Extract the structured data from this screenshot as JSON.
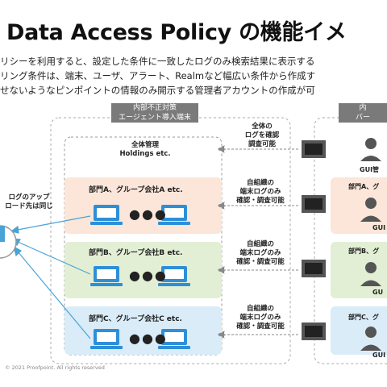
{
  "title": "Data Access Policy の機能イメ",
  "description": [
    "リシーを利用すると、設定した条件に一致したログのみ検索結果に表示する",
    "リング条件は、端末、ユーザ、アラート、Realmなど幅広い条件から作成す",
    "せないようなピンポイントの情報のみ開示する管理者アカウントの作成が可"
  ],
  "left_zone_label": [
    "内部不正対策",
    "エージェント導入端末"
  ],
  "right_zone_label": [
    "内",
    "バー"
  ],
  "upload_label": [
    "ログのアップ",
    "ロード先は同じ"
  ],
  "holdings": {
    "label": [
      "全体管理",
      "Holdings etc."
    ],
    "flow": [
      "全体の",
      "ログを確認",
      "調査可能"
    ],
    "admin": "GUI管"
  },
  "rows": [
    {
      "label": "部門A、グループ会社A etc.",
      "flow": [
        "自組織の",
        "端末ログのみ",
        "確認・調査可能"
      ],
      "admin_label": "部門A、グ",
      "admin_suffix": "GUI",
      "color": "#fbe6d9"
    },
    {
      "label": "部門B、グループ会社B etc.",
      "flow": [
        "自組織の",
        "端末ログのみ",
        "確認・調査可能"
      ],
      "admin_label": "部門B、グ",
      "admin_suffix": "GU",
      "color": "#e2efd4"
    },
    {
      "label": "部門C、グループ会社C etc.",
      "flow": [
        "自組織の",
        "端末ログのみ",
        "確認・調査可能"
      ],
      "admin_label": "部門C、グ",
      "admin_suffix": "GUI",
      "color": "#d9ecf8"
    }
  ],
  "dots": "●●●",
  "footer": "© 2021  Proofpoint. All rights reserved",
  "colors": {
    "laptop": "#2e8fd8",
    "arrow": "#4aa3d6",
    "person": "#555555",
    "zone_border": "#aaaaaa"
  }
}
